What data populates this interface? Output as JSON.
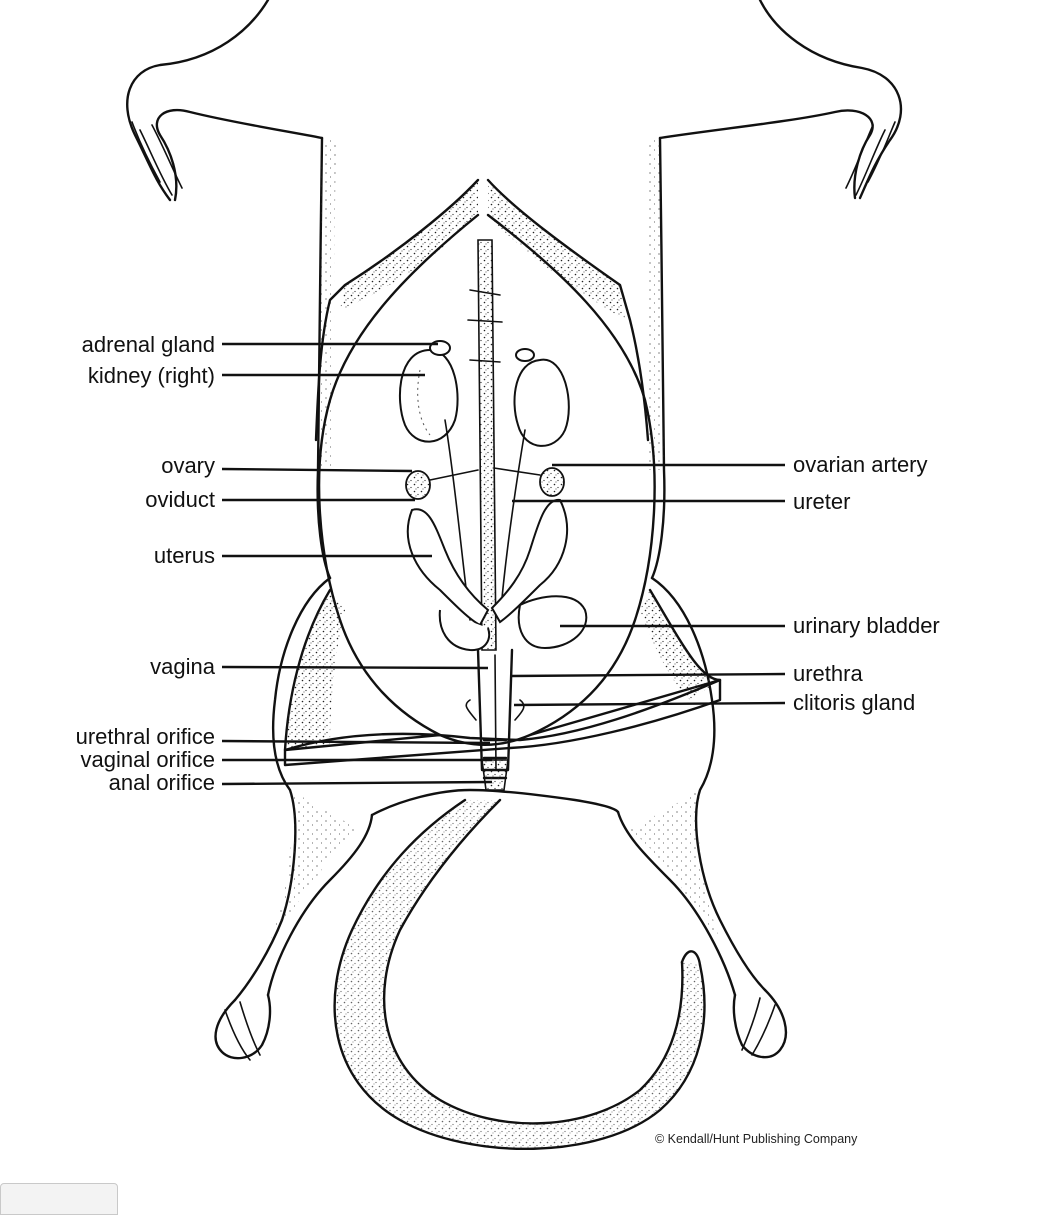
{
  "diagram": {
    "labels": {
      "adrenal_gland": "adrenal gland",
      "kidney_right": "kidney (right)",
      "ovary": "ovary",
      "oviduct": "oviduct",
      "uterus": "uterus",
      "vagina": "vagina",
      "urethral_orifice": "urethral orifice",
      "vaginal_orifice": "vaginal orifice",
      "anal_orifice": "anal orifice",
      "ovarian_artery": "ovarian artery",
      "ureter": "ureter",
      "urinary_bladder": "urinary bladder",
      "urethra": "urethra",
      "clitoris_gland": "clitoris gland"
    },
    "credit": "© Kendall/Hunt Publishing Company"
  }
}
